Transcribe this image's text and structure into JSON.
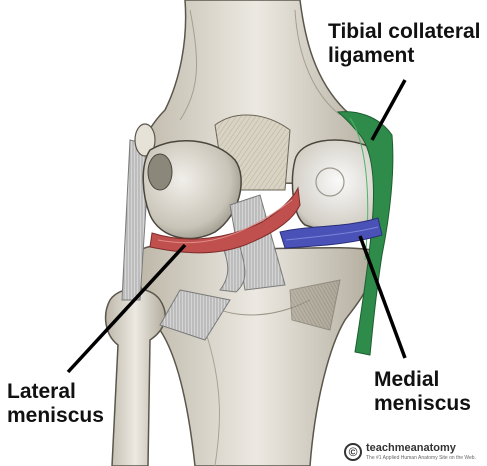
{
  "labels": {
    "tibial_collateral_ligament": [
      "Tibial collateral",
      "ligament"
    ],
    "lateral_meniscus": [
      "Lateral",
      "meniscus"
    ],
    "medial_meniscus": [
      "Medial",
      "meniscus"
    ]
  },
  "brand": {
    "symbol": "©",
    "name": "teachmeanatomy",
    "tagline": "The #1 Applied Human Anatomy Site on the Web."
  },
  "colors": {
    "tibial_collateral_ligament": "#2e8b4a",
    "lateral_meniscus": "#c0504d",
    "medial_meniscus": "#4a52b8",
    "bone": "#d6d0c0",
    "leader_line": "#000000"
  }
}
